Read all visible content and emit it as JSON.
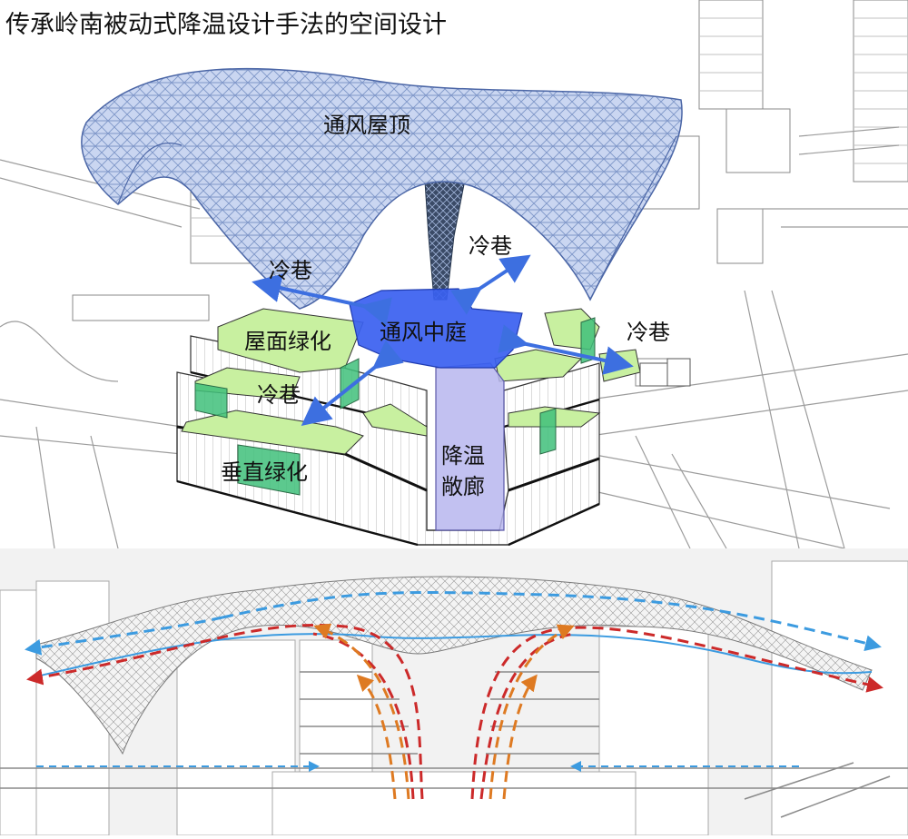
{
  "title": "传承岭南被动式降温设计手法的空间设计",
  "labels": {
    "roof": "通风屋顶",
    "lane_left": "冷巷",
    "lane_upper_right": "冷巷",
    "lane_right": "冷巷",
    "lane_lower_left": "冷巷",
    "courtyard": "通风中庭",
    "roof_green": "屋面绿化",
    "vertical_green": "垂直绿化",
    "corridor": "降温\n敞廊"
  },
  "colors": {
    "roof_mesh": "#7e97cc",
    "roof_fill": "#b9c9ea",
    "courtyard": "#3a5ff0",
    "corridor": "#b7b6ee",
    "green": "#c8f0a0",
    "vertical_green": "#3fc07a",
    "lane_arrow": "#3d6fe0",
    "flow_blue": "#3c9be0",
    "flow_red": "#cc2a2a",
    "flow_orange": "#de7a22",
    "line": "#555555"
  }
}
